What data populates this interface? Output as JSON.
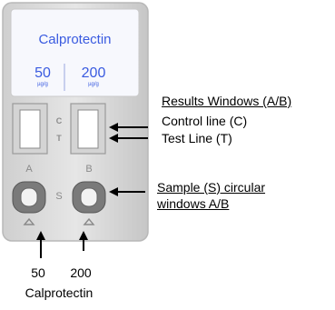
{
  "device": {
    "title": "Calprotectin",
    "levels": [
      {
        "value": "50",
        "unit": "µg/g"
      },
      {
        "value": "200",
        "unit": "µg/g"
      }
    ],
    "line_letters": {
      "control": "C",
      "test": "T"
    },
    "window_letters": {
      "a": "A",
      "b": "B"
    },
    "sample_letter": "S"
  },
  "callouts": {
    "results_windows": "Results Windows (A/B)",
    "control_line": "Control line (C)",
    "test_line": "Test Line (T)",
    "sample_line1": "Sample (S) circular",
    "sample_line2": "windows A/B"
  },
  "bottom_labels": {
    "left_value": "50",
    "right_value": "200",
    "caption": "Calprotectin"
  }
}
